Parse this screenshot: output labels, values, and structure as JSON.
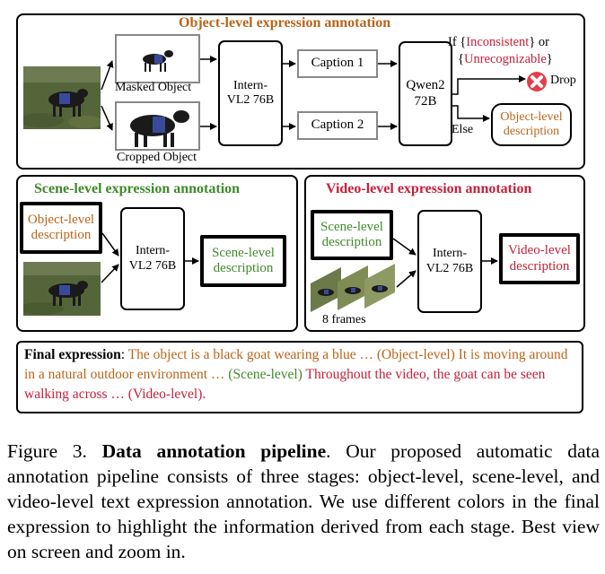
{
  "object_panel": {
    "title": "Object-level expression annotation",
    "masked_label": "Masked Object",
    "cropped_label": "Cropped Object",
    "model": "Intern-VL2 76B",
    "caption1": "Caption 1",
    "caption2": "Caption 2",
    "judge": "Qwen2 72B",
    "cond_prefix": "If {",
    "cond_inconsistent": "Inconsistent",
    "cond_mid": "} or",
    "cond_open": "{",
    "cond_unrecognizable": "Unrecognizable",
    "cond_close": "}",
    "drop_label": "Drop",
    "else_label": "Else",
    "output": "Object-level description"
  },
  "scene_panel": {
    "title": "Scene-level expression annotation",
    "input": "Object-level description",
    "model": "Intern-VL2 76B",
    "output": "Scene-level description"
  },
  "video_panel": {
    "title": "Video-level expression annotation",
    "input": "Scene-level description",
    "frames_label": "8 frames",
    "model": "Intern-VL2 76B",
    "output": "Video-level description"
  },
  "final": {
    "label": "Final expression",
    "colon": ":",
    "object_text": " The object is a black goat wearing a blue … (Object-level) It is moving around in a natural outdoor environment …",
    "scene_text": " (Scene-level)",
    "video_text": " Throughout the video, the goat can be seen walking across … (Video-level)."
  },
  "caption": {
    "prefix": "Figure 3. ",
    "bold": "Data annotation pipeline",
    "body": ". Our proposed automatic data annotation pipeline consists of three stages: object-level, scene-level, and video-level text expression annotation. We use different colors in the final expression to highlight the information derived from each stage. Best view on screen and zoom in."
  },
  "colors": {
    "object": "#b8651a",
    "scene": "#3e8a2a",
    "video": "#c4203a",
    "drop": "#e0404a"
  },
  "icons": [
    "drop-x-icon"
  ]
}
